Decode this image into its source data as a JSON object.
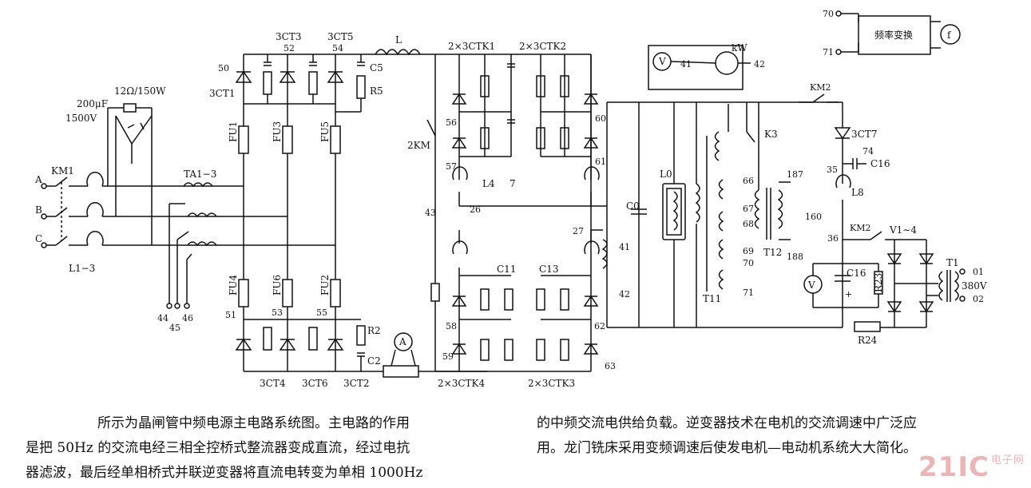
{
  "labels": {
    "r_snubber": "12Ω/150W",
    "cap": "200μF",
    "cap_v": "1500V",
    "km1": "KM1",
    "phase_a": "A",
    "phase_b": "B",
    "phase_c": "C",
    "l13": "L1−3",
    "ta13": "TA1−3",
    "t44": "44",
    "t45": "45",
    "t46": "46",
    "t50": "50",
    "t3ct1": "3CT1",
    "t3ct3": "3CT3",
    "t52": "52",
    "t3ct5": "3CT5",
    "t54": "54",
    "c5": "C5",
    "r5": "R5",
    "fu1": "FU1",
    "fu3": "FU3",
    "fu5": "FU5",
    "fu4": "FU4",
    "fu6": "FU6",
    "fu2": "FU2",
    "t51": "51",
    "t53": "53",
    "t55": "55",
    "r2": "R2",
    "c2": "C2",
    "t3ct4": "3CT4",
    "t3ct6": "3CT6",
    "t3ct2": "3CT2",
    "ammeter": "A",
    "choke_l": "L",
    "ctk1": "2×3CTK1",
    "ctk2": "2×3CTK2",
    "ctk3": "2×3CTK3",
    "ctk4": "2×3CTK4",
    "km2_sw": "2KM",
    "t56": "56",
    "t57": "57",
    "t58": "58",
    "t59": "59",
    "t60": "60",
    "t61": "61",
    "t62": "62",
    "t63": "63",
    "l4": "L4",
    "t7": "7",
    "t43": "43",
    "t26": "26",
    "t27": "27",
    "c11": "C11",
    "c13": "C13",
    "t41b": "41",
    "t42b": "42",
    "voltmeter": "V",
    "kw": "kW",
    "t41": "41",
    "t42": "42",
    "c0": "C0",
    "l0": "L0",
    "t11": "T11",
    "t12": "T12",
    "k3": "K3",
    "t66": "66",
    "t67": "67",
    "t68": "68",
    "t69": "69",
    "t70": "70",
    "t71": "71",
    "t187": "187",
    "t160": "160",
    "t188": "188",
    "km2": "KM2",
    "km2b": "KM2",
    "ct7": "3CT7",
    "t74": "74",
    "t35": "35",
    "c16top": "C16",
    "l8": "L8",
    "t36": "36",
    "v14": "V1∼4",
    "t1": "T1",
    "t01": "01",
    "t02": "02",
    "v380": "380V",
    "c16": "C16",
    "r23": "R23",
    "r24": "R24",
    "plus": "+",
    "vm2": "V",
    "f70": "70",
    "f71": "71",
    "freq_box": "频率变换",
    "f_meter": "f"
  },
  "text": {
    "left_lines": [
      "所示为晶闸管中频电源主电路系统图。主电路的作用",
      "是把 50Hz 的交流电经三相全控桥式整流器变成直流，经过电抗",
      "器滤波，最后经单相桥式并联逆变器将直流电转变为单相 1000Hz"
    ],
    "right_lines": [
      "的中频交流电供给负载。逆变器技术在电机的交流调速中广泛应",
      "用。龙门铣床采用变频调速后使发电机—电动机系统大大简化。"
    ]
  },
  "watermark": {
    "main": "21IC",
    "sub": "电子网"
  }
}
